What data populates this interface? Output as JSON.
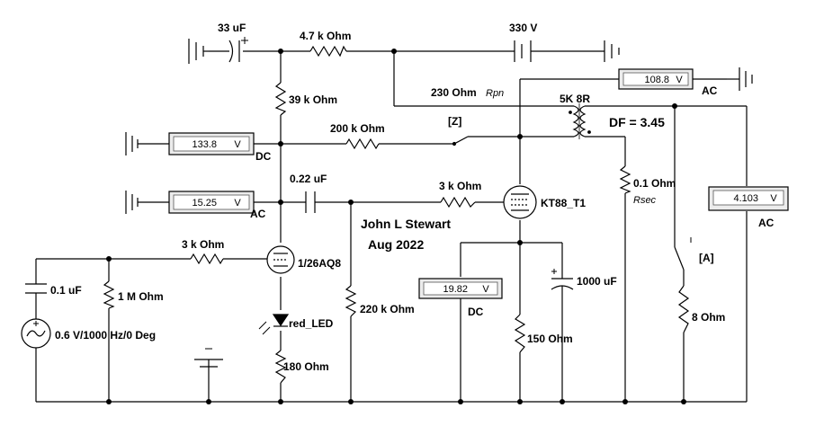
{
  "labels": {
    "c_in": "33 uF",
    "r_4k7": "4.7 k Ohm",
    "supply": "330 V",
    "r_39k": "39 k Ohm",
    "r_230": "230  Ohm",
    "rpn": "Rpn",
    "z_switch": "[Z]",
    "xfmr": "5K 8R",
    "df": "DF = 3.45",
    "r_200k": "200 k Ohm",
    "c_022": "0.22 uF",
    "r_3k_grid": "3 k Ohm",
    "tube_kt88": "KT88_T1",
    "r_01": "0.1  Ohm",
    "rsec": "Rsec",
    "author": "John L Stewart",
    "date": "Aug 2022",
    "r_3k_in": "3 k Ohm",
    "tube_26aq8": "1/26AQ8",
    "c_01": "0.1 uF",
    "r_1m": "1 M Ohm",
    "source": "0.6 V/1000 Hz/0 Deg",
    "led": "red_LED",
    "r_220k": "220 k Ohm",
    "r_180": "180  Ohm",
    "c_1000": "1000 uF",
    "r_150": "150  Ohm",
    "a_switch": "[A]",
    "r_8": "8  Ohm"
  },
  "meters": [
    {
      "id": "plate",
      "value": "108.8",
      "unit": "V",
      "mode": "AC"
    },
    {
      "id": "b_plus",
      "value": "133.8",
      "unit": "V",
      "mode": "DC"
    },
    {
      "id": "driver",
      "value": "15.25",
      "unit": "V",
      "mode": "AC"
    },
    {
      "id": "cathode",
      "value": "19.82",
      "unit": "V",
      "mode": "DC"
    },
    {
      "id": "output",
      "value": "4.103",
      "unit": "V",
      "mode": "AC"
    }
  ]
}
